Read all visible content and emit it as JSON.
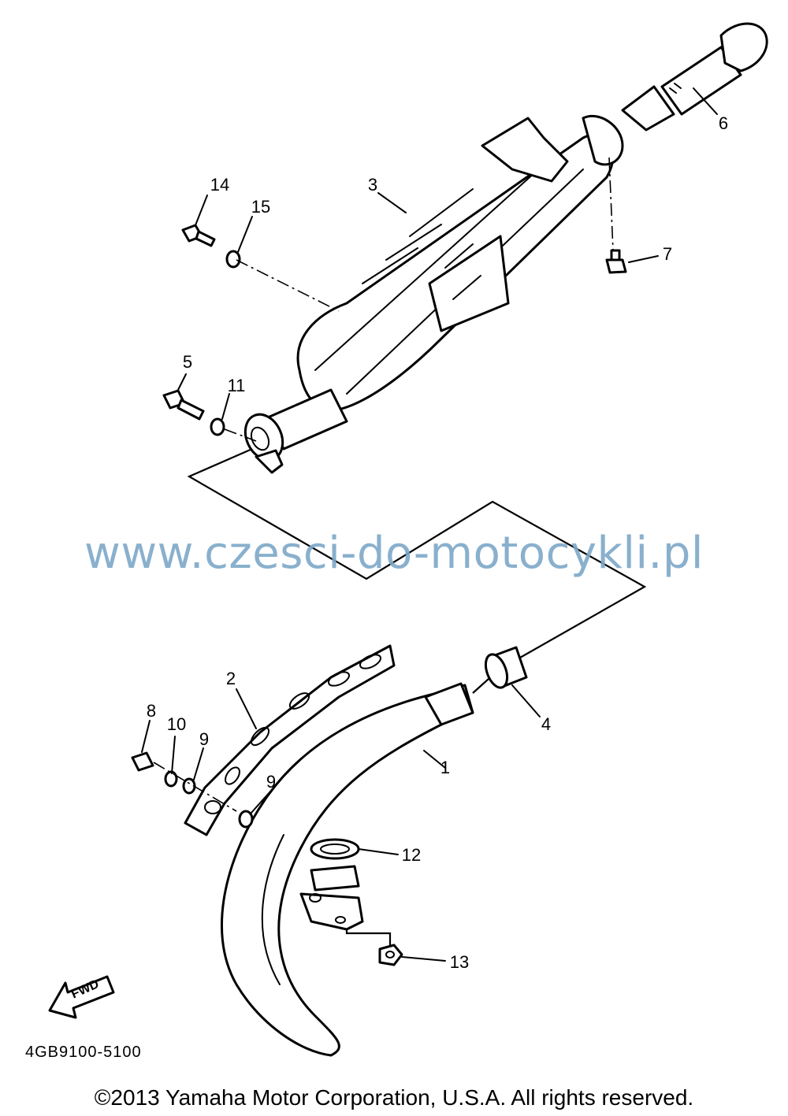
{
  "callouts": {
    "c1": "1",
    "c2": "2",
    "c3": "3",
    "c4": "4",
    "c5": "5",
    "c6": "6",
    "c7": "7",
    "c8": "8",
    "c9a": "9",
    "c9b": "9",
    "c10": "10",
    "c11": "11",
    "c12": "12",
    "c13": "13",
    "c14": "14",
    "c15": "15"
  },
  "watermark": "www.czesci-do-motocykli.pl",
  "diagram_code": "4GB9100-5100",
  "fwd_label": "FWD",
  "copyright": "©2013 Yamaha Motor Corporation, U.S.A. All rights reserved."
}
